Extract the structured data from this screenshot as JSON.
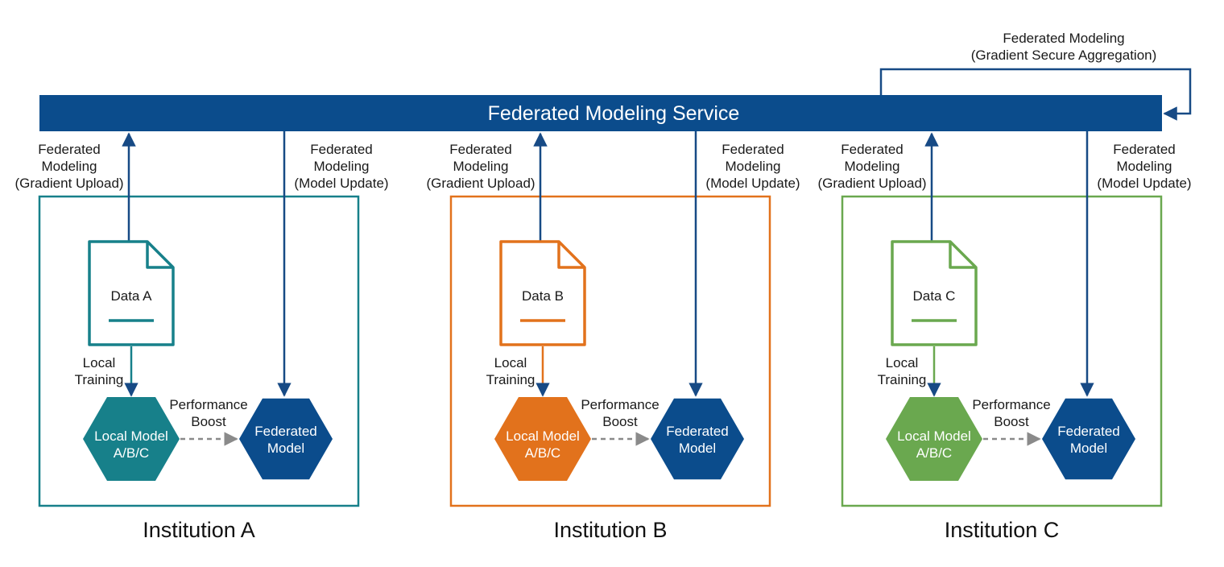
{
  "service": {
    "title": "Federated Modeling Service",
    "color": "#0b4c8c"
  },
  "aggregation": {
    "line1": "Federated Modeling",
    "line2": "(Gradient Secure Aggregation)"
  },
  "arrow_color": "#174a85",
  "dashed_color": "#8a8a8a",
  "institutions": [
    {
      "name": "Institution A",
      "color": "#17808a",
      "data_label": "Data A",
      "upload": [
        "Federated",
        "Modeling",
        "(Gradient Upload)"
      ],
      "update": [
        "Federated",
        "Modeling",
        "(Model Update)"
      ],
      "local_training": [
        "Local",
        "Training"
      ],
      "perf_boost": [
        "Performance",
        "Boost"
      ],
      "local_model": [
        "Local Model",
        "A/B/C"
      ],
      "federated_model": [
        "Federated",
        "Model"
      ]
    },
    {
      "name": "Institution B",
      "color": "#e2721c",
      "data_label": "Data B",
      "upload": [
        "Federated",
        "Modeling",
        "(Gradient Upload)"
      ],
      "update": [
        "Federated",
        "Modeling",
        "(Model Update)"
      ],
      "local_training": [
        "Local",
        "Training"
      ],
      "perf_boost": [
        "Performance",
        "Boost"
      ],
      "local_model": [
        "Local Model",
        "A/B/C"
      ],
      "federated_model": [
        "Federated",
        "Model"
      ]
    },
    {
      "name": "Institution C",
      "color": "#6aa84f",
      "data_label": "Data C",
      "upload": [
        "Federated",
        "Modeling",
        "(Gradient Upload)"
      ],
      "update": [
        "Federated",
        "Modeling",
        "(Model Update)"
      ],
      "local_training": [
        "Local",
        "Training"
      ],
      "perf_boost": [
        "Performance",
        "Boost"
      ],
      "local_model": [
        "Local Model",
        "A/B/C"
      ],
      "federated_model": [
        "Federated",
        "Model"
      ]
    }
  ],
  "federated_model_color": "#0b4c8c"
}
